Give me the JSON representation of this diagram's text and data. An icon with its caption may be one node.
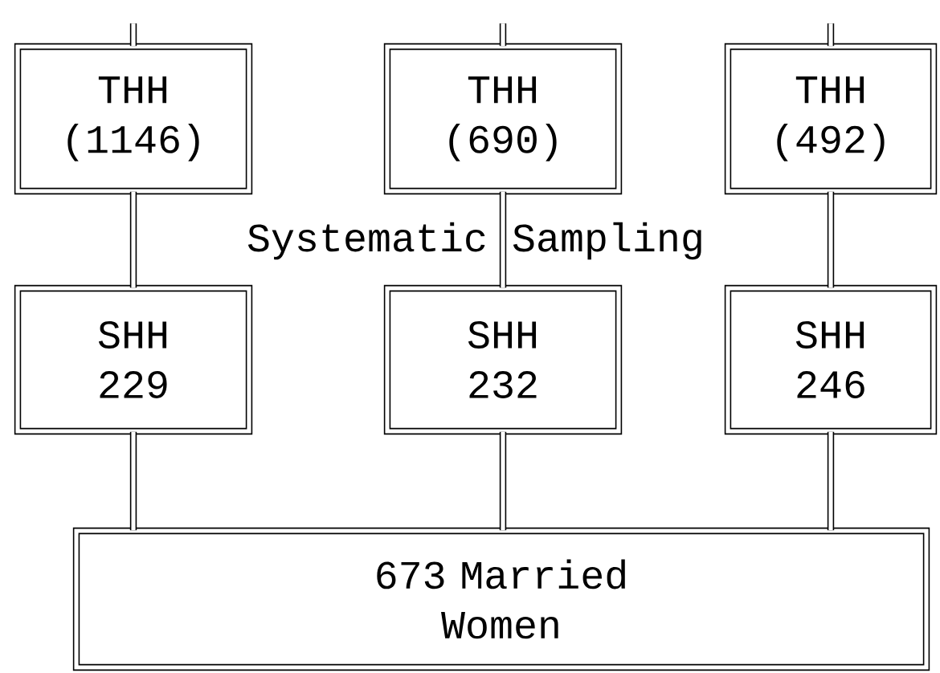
{
  "diagram": {
    "nodes": [
      {
        "text": [
          "THH (1146)"
        ]
      },
      {
        "text": [
          "THH (690)"
        ]
      },
      {
        "text": [
          "THH (492)"
        ]
      },
      {
        "text": [
          "SHH 229"
        ]
      },
      {
        "text": [
          "SHH 232"
        ]
      },
      {
        "text": [
          "SHH 246"
        ]
      },
      {
        "text": [
          "673 Married Women"
        ]
      }
    ],
    "edges": [
      {
        "from": null,
        "to": 0,
        "arrow": "none"
      },
      {
        "from": null,
        "to": 1,
        "arrow": "none"
      },
      {
        "from": null,
        "to": 2,
        "arrow": "none"
      },
      {
        "from": 0,
        "to": 3,
        "arrow": "none"
      },
      {
        "from": 1,
        "to": 4,
        "arrow": "none"
      },
      {
        "from": 2,
        "to": 5,
        "arrow": "none"
      },
      {
        "from": 3,
        "to": 6,
        "arrow": "none"
      },
      {
        "from": 4,
        "to": 6,
        "arrow": "none"
      },
      {
        "from": 5,
        "to": 6,
        "arrow": "none"
      }
    ],
    "labels": [
      "Systematic Sampling"
    ]
  }
}
